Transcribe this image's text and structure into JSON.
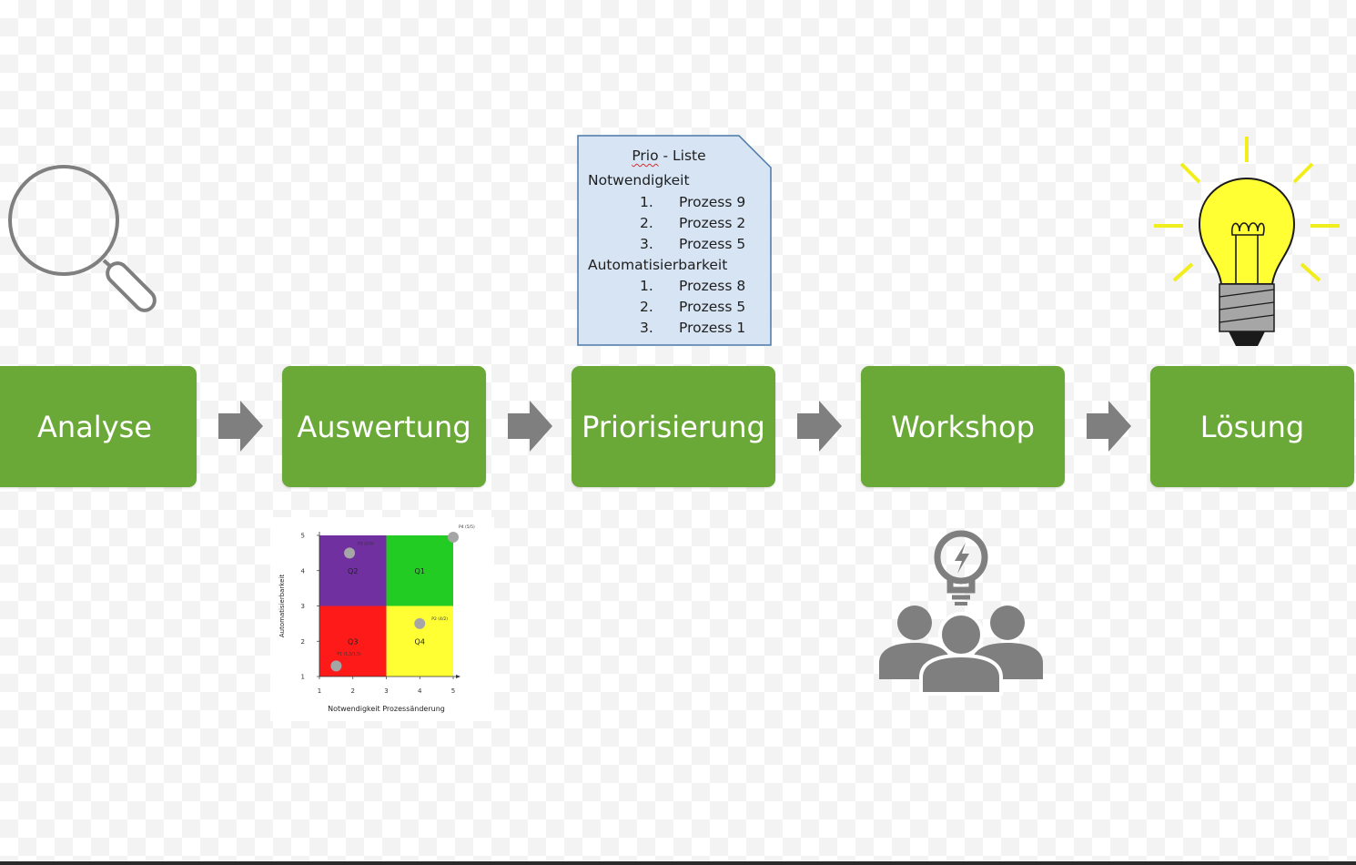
{
  "steps": [
    {
      "label": "Analyse"
    },
    {
      "label": "Auswertung"
    },
    {
      "label": "Priorisierung"
    },
    {
      "label": "Workshop"
    },
    {
      "label": "Lösung"
    }
  ],
  "prio_list": {
    "title_prefix": "Prio",
    "title_suffix": " - Liste",
    "section1": {
      "heading": "Notwendigkeit",
      "items": [
        {
          "num": "1.",
          "label": "Prozess 9"
        },
        {
          "num": "2.",
          "label": "Prozess 2"
        },
        {
          "num": "3.",
          "label": "Prozess 5"
        }
      ]
    },
    "section2": {
      "heading": "Automatisierbarkeit",
      "items": [
        {
          "num": "1.",
          "label": "Prozess 8"
        },
        {
          "num": "2.",
          "label": "Prozess 5"
        },
        {
          "num": "3.",
          "label": "Prozess 1"
        }
      ]
    }
  },
  "icons": {
    "analyse": "magnifier-icon",
    "loesung": "light-bulb-icon",
    "workshop": "team-idea-icon",
    "arrow": "right-arrow-icon"
  },
  "colors": {
    "step_green": "#6aa837",
    "arrow_gray": "#7f7f7f",
    "doc_fill": "#d6e4f3",
    "doc_border": "#4a78a8",
    "q1": "#22cc22",
    "q2": "#7030a0",
    "q3": "#ff1a1a",
    "q4": "#ffff33"
  },
  "chart_data": {
    "type": "scatter",
    "xlabel": "Notwendigkeit Prozessänderung",
    "ylabel": "Automatisierbarkeit",
    "xlim": [
      1,
      5
    ],
    "ylim": [
      1,
      5
    ],
    "xticks": [
      "1",
      "2",
      "3",
      "4",
      "5"
    ],
    "yticks": [
      "1",
      "2",
      "3",
      "4",
      "5"
    ],
    "grid": false,
    "quadrants": [
      {
        "label": "Q1",
        "x": [
          3,
          5
        ],
        "y": [
          3,
          5
        ],
        "color": "#22cc22"
      },
      {
        "label": "Q2",
        "x": [
          1,
          3
        ],
        "y": [
          3,
          5
        ],
        "color": "#7030a0"
      },
      {
        "label": "Q3",
        "x": [
          1,
          3
        ],
        "y": [
          1,
          3
        ],
        "color": "#ff1a1a"
      },
      {
        "label": "Q4",
        "x": [
          3,
          5
        ],
        "y": [
          1,
          3
        ],
        "color": "#ffff33"
      }
    ],
    "points": [
      {
        "label": "P1 (1,5/1,5)",
        "x": 1.5,
        "y": 1.3
      },
      {
        "label": "P2 (4/2)",
        "x": 4.0,
        "y": 2.5
      },
      {
        "label": "P3 (2/4)",
        "x": 1.9,
        "y": 4.5
      },
      {
        "label": "P4 (5/5)",
        "x": 5.0,
        "y": 4.95
      }
    ]
  }
}
